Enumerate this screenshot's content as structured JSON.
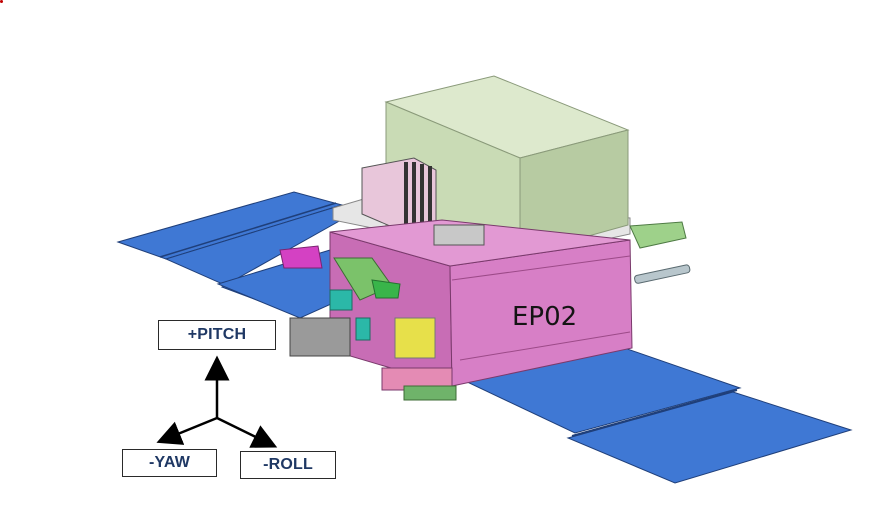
{
  "diagram": {
    "model_label": "EP02",
    "axes": {
      "pitch": "+PITCH",
      "yaw": "-YAW",
      "roll": "-ROLL"
    },
    "colors": {
      "solar_panel": "#3f78d4",
      "solar_panel_edge": "#1f3f7a",
      "bus_body": "#d77fc6",
      "bus_body_dark": "#b9649f",
      "payload_box": "#c9dbb5",
      "payload_box_side": "#b7cba2",
      "payload_box_top": "#dde9cd",
      "axis_text": "#1f3864",
      "arrow": "#000000"
    }
  }
}
